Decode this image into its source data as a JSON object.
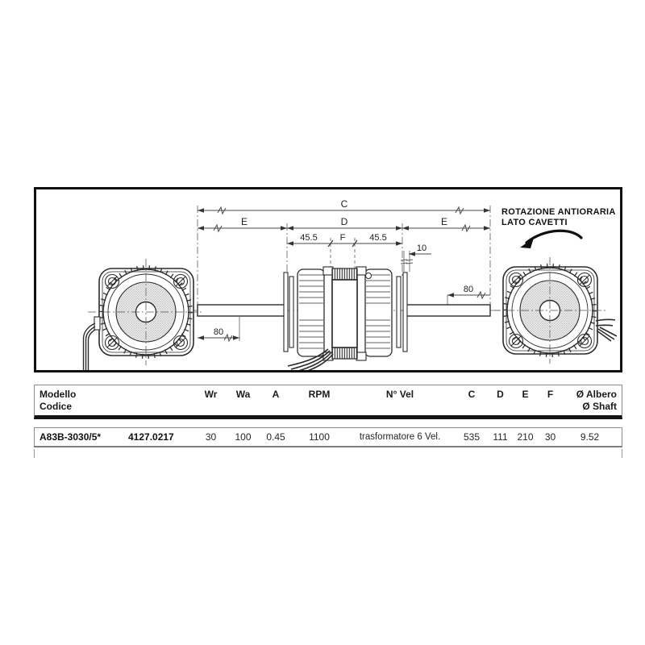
{
  "drawing": {
    "rotation_note": {
      "line1": "ROTAZIONE ANTIORARIA",
      "line2": "LATO CAVETTI"
    },
    "dims": {
      "total_length": "C",
      "body_length": "D",
      "shaft_side_left": "E",
      "shaft_side_right": "E",
      "bracket_to_core_left": "45.5",
      "core_width": "F",
      "bracket_to_core_right": "45.5",
      "bracket_thickness": "10",
      "shaft_end_left": "80",
      "shaft_end_right": "80"
    }
  },
  "table": {
    "headers": {
      "model": "Modello",
      "code": "Codice",
      "wr": "Wr",
      "wa": "Wa",
      "a": "A",
      "rpm": "RPM",
      "n_vel": "N° Vel",
      "c": "C",
      "d": "D",
      "e": "E",
      "f": "F",
      "shaft_it": "Ø Albero",
      "shaft_en": "Ø Shaft"
    },
    "row": {
      "model": "A83B-3030/5*",
      "code": "4127.0217",
      "wr": "30",
      "wa": "100",
      "a": "0.45",
      "rpm": "1100",
      "n_vel": "trasformatore 6 Vel.",
      "c": "535",
      "d": "111",
      "e": "210",
      "f": "30",
      "shaft": "9.52"
    }
  },
  "colors": {
    "line": "#2b2b2b",
    "dim": "#4a4a4a",
    "table_border": "#8c8c8c",
    "header_rule": "#141414"
  }
}
